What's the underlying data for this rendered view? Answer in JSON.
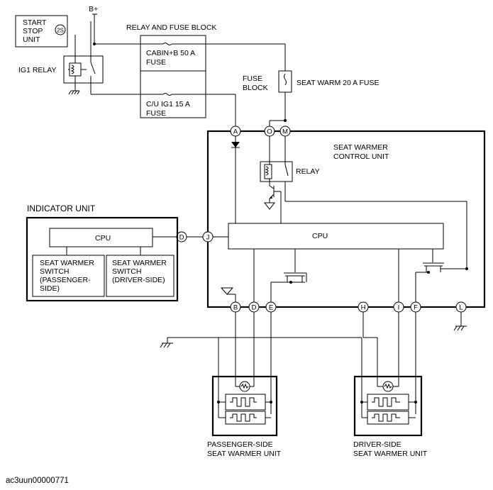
{
  "labels": {
    "b_plus": "B+",
    "start_stop_line1": "START",
    "start_stop_line2": "STOP",
    "start_stop_line3": "UNIT",
    "start_stop_pin": "2S",
    "ig1_relay": "IG1 RELAY",
    "relay_fuse_block": "RELAY AND FUSE BLOCK",
    "cabin_fuse_line1": "CABIN+B 50 A",
    "cabin_fuse_line2": "FUSE",
    "cu_fuse_line1": "C/U IG1 15 A",
    "cu_fuse_line2": "FUSE",
    "fuse_block_line1": "FUSE",
    "fuse_block_line2": "BLOCK",
    "seat_warm_fuse": "SEAT WARM 20 A FUSE",
    "control_unit_line1": "SEAT WARMER",
    "control_unit_line2": "CONTROL UNIT",
    "relay": "RELAY",
    "indicator_unit": "INDICATOR UNIT",
    "indicator_cpu": "CPU",
    "control_cpu": "CPU",
    "pass_switch_line1": "SEAT WARMER",
    "pass_switch_line2": "SWITCH",
    "pass_switch_line3": "(PASSENGER-",
    "pass_switch_line4": "SIDE)",
    "drv_switch_line1": "SEAT WARMER",
    "drv_switch_line2": "SWITCH",
    "drv_switch_line3": "(DRIVER-SIDE)",
    "pass_unit_line1": "PASSENGER-SIDE",
    "pass_unit_line2": "SEAT WARMER UNIT",
    "drv_unit_line1": "DRIVER-SIDE",
    "drv_unit_line2": "SEAT WARMER UNIT",
    "figure_id": "ac3uun00000771"
  },
  "terminals": {
    "A": "A",
    "O": "O",
    "M": "M",
    "D_ind": "D",
    "J": "J",
    "B": "B",
    "D": "D",
    "E": "E",
    "H": "H",
    "I": "I",
    "F": "F",
    "L": "L"
  },
  "colors": {
    "line": "#000000",
    "background": "#ffffff"
  }
}
